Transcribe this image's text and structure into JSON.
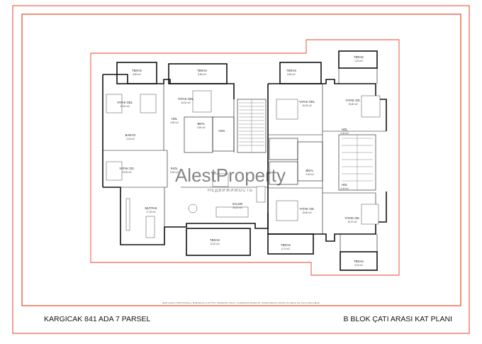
{
  "title_block": {
    "left_title": "KARGICAK 841 ADA 7 PARSEL",
    "right_title": "B BLOK ÇATI ARASI KAT PLANI",
    "note": "HER HAKKI MAKTRÖĞLU MİMARLIK'A AİTTİR. MİMARIN ONAYI OLMADAN BAŞKASI TARAFINDAN ÇOĞALTILAMAZ VE KULLANILAMAZ"
  },
  "watermark": {
    "text": "AlestProperty",
    "subtext": "НЕДВИЖИМОСТЬ"
  },
  "rooms": [
    {
      "id": "teras-top-1",
      "label": "TERAS",
      "area": "8,80 m2"
    },
    {
      "id": "teras-top-2",
      "label": "TERAS",
      "area": "8,80 m2"
    },
    {
      "id": "teras-top-3",
      "label": "TERAS",
      "area": "8,80 m2"
    },
    {
      "id": "teras-top-4",
      "label": "TERAS",
      "area": "3,20 m2"
    },
    {
      "id": "yatak-1",
      "label": "YATAK ODL",
      "area": "16,00 m2"
    },
    {
      "id": "yatak-2",
      "label": "YATAK ODL",
      "area": "16,20 m2"
    },
    {
      "id": "yatak-3",
      "label": "YATAK ODL",
      "area": "16,30 m2"
    },
    {
      "id": "yatak-4",
      "label": "YATAK OD.",
      "area": "15,60 m2"
    },
    {
      "id": "banyo-1",
      "label": "BANYO",
      "area": "4,40 m2"
    },
    {
      "id": "banyo-2",
      "label": "BNYL",
      "area": "3,80 m2"
    },
    {
      "id": "asn",
      "label": "ASN.",
      "area": ""
    },
    {
      "id": "hol-1",
      "label": "HOL",
      "area": "4,50 m2"
    },
    {
      "id": "yatak-5",
      "label": "YATAK OD.",
      "area": "13,90 m2"
    },
    {
      "id": "ihol",
      "label": "İHOL",
      "area": "6,50 m2"
    },
    {
      "id": "mutfak",
      "label": "MUTFAK",
      "area": "17,20 m2"
    },
    {
      "id": "salon",
      "label": "SALON",
      "area": "35,20 m2"
    },
    {
      "id": "hol-2",
      "label": "HOL",
      "area": "4,40 m2"
    },
    {
      "id": "banyo-3",
      "label": "BNYL",
      "area": "3,40 m2"
    },
    {
      "id": "hol-3",
      "label": "HOL",
      "area": "4,40 m2"
    },
    {
      "id": "yatak-6",
      "label": "YATAK OD.",
      "area": "15,60 m2"
    },
    {
      "id": "yatak-7",
      "label": "YATAK OD.",
      "area": "16,70 m2"
    },
    {
      "id": "teras-bot-1",
      "label": "TERAS",
      "area": "12,20 m2"
    },
    {
      "id": "teras-bot-2",
      "label": "TERAS",
      "area": "6,70 m2"
    },
    {
      "id": "teras-bot-3",
      "label": "TERAS",
      "area": "5,20 m2"
    }
  ],
  "colors": {
    "frame": "#e8422a",
    "wall": "#111111",
    "watermark": "#b0b0b0"
  }
}
